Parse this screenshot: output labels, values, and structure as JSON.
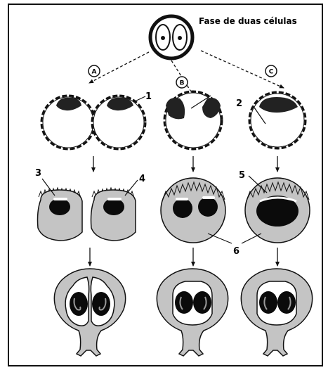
{
  "title": "Fase de duas células",
  "branches": [
    "A",
    "B",
    "C"
  ],
  "labels": [
    "1",
    "2",
    "3",
    "4",
    "5",
    "6"
  ],
  "colors": {
    "ink": "#111111",
    "fill_grey": "#c4c4c4",
    "light_grey": "#dcdcdc",
    "dark": "#0b0b0b",
    "paper": "#ffffff"
  }
}
